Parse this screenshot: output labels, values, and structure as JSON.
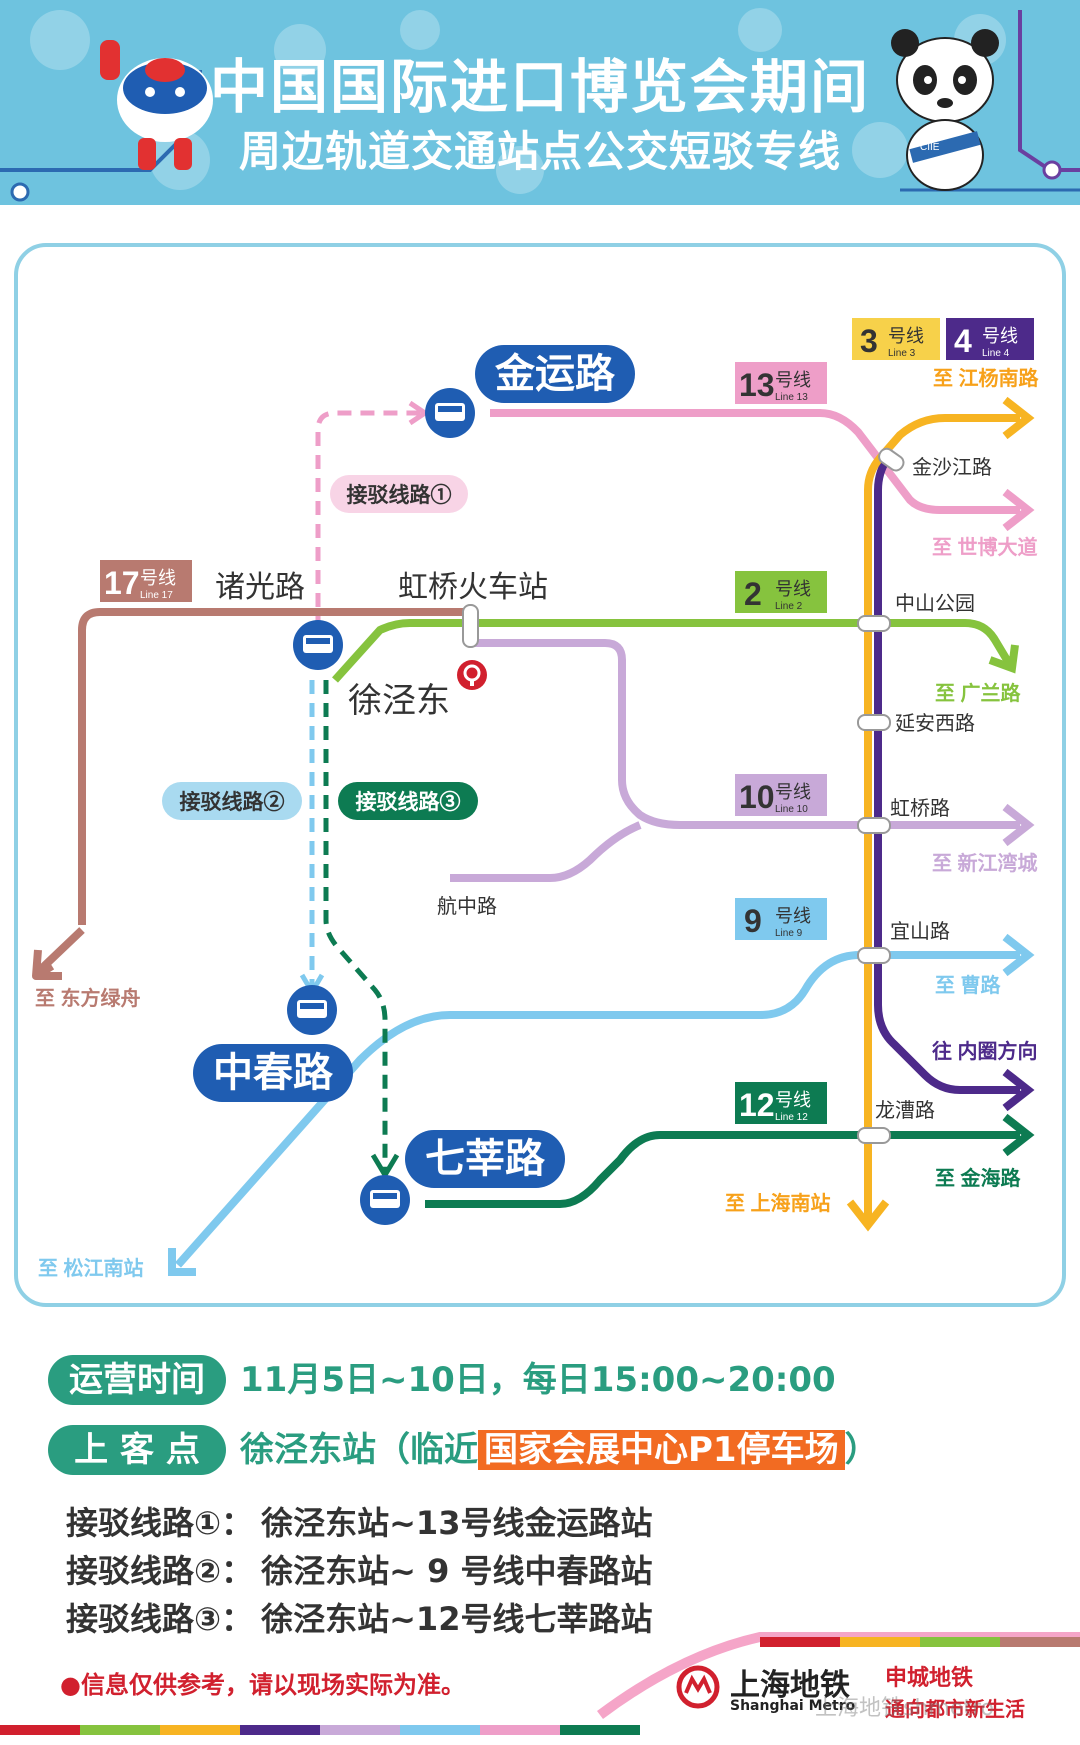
{
  "header": {
    "title_line1": "中国国际进口博览会期间",
    "title_line2": "周边轨道交通站点公交短驳专线",
    "panda_badge": "CIIE"
  },
  "map": {
    "stations": {
      "jinyun": "金运路",
      "zhongchun": "中春路",
      "qixin": "七莘路",
      "xujingdong": "徐泾东",
      "zhuguang": "诸光路",
      "hongqiao_rail": "虹桥火车站",
      "hangzhong": "航中路",
      "jinshajiang": "金沙江路",
      "zhongshan_park": "中山公园",
      "yanan_west": "延安西路",
      "hongqiao_rd": "虹桥路",
      "yishan": "宜山路",
      "longcao": "龙漕路"
    },
    "shuttles": {
      "r1": "接驳线路①",
      "r2": "接驳线路②",
      "r3": "接驳线路③"
    },
    "lines": {
      "l17": {
        "num": "17",
        "cn": "号线",
        "en": "Line 17",
        "color": "#b87a70",
        "dest": "至 东方绿舟"
      },
      "l13": {
        "num": "13",
        "cn": "号线",
        "en": "Line 13",
        "color": "#ee9ec8",
        "dest": "至 世博大道"
      },
      "l2": {
        "num": "2",
        "cn": "号线",
        "en": "Line 2",
        "color": "#86c33e",
        "dest": "至 广兰路"
      },
      "l10": {
        "num": "10",
        "cn": "号线",
        "en": "Line 10",
        "color": "#c8a9d8",
        "dest": "至 新江湾城"
      },
      "l9": {
        "num": "9",
        "cn": "号线",
        "en": "Line 9",
        "color": "#7fc9ee",
        "dest_east": "至 曹路",
        "dest_west": "至 松江南站"
      },
      "l12": {
        "num": "12",
        "cn": "号线",
        "en": "Line 12",
        "color": "#0d7b52",
        "dest": "至 金海路"
      },
      "l3": {
        "num": "3",
        "cn": "号线",
        "en": "Line 3",
        "color": "#f7b422",
        "dest_north": "至 江杨南路",
        "dest_south": "至 上海南站"
      },
      "l4": {
        "num": "4",
        "cn": "号线",
        "en": "Line 4",
        "color": "#4d2a8a",
        "dest": "往 内圈方向"
      }
    }
  },
  "info": {
    "hours_label": "运营时间",
    "hours_value": "11月5日~10日，每日15:00~20:00",
    "pickup_label": "上 客 点",
    "pickup_prefix": "徐泾东站（临近",
    "pickup_highlight": "国家会展中心P1停车场",
    "pickup_suffix": "）",
    "routes": [
      {
        "name": "接驳线路①：",
        "value": "徐泾东站~13号线金运路站"
      },
      {
        "name": "接驳线路②：",
        "value": "徐泾东站~ 9 号线中春路站"
      },
      {
        "name": "接驳线路③：",
        "value": "徐泾东站~12号线七莘路站"
      }
    ]
  },
  "footer": {
    "note": "●信息仅供参考，请以现场实际为准。",
    "logo_cn": "上海地铁",
    "logo_en": "Shanghai Metro",
    "slogan_1": "申城地铁",
    "slogan_2": "通向都市新生活",
    "watermark": "上海地铁shmetro"
  }
}
